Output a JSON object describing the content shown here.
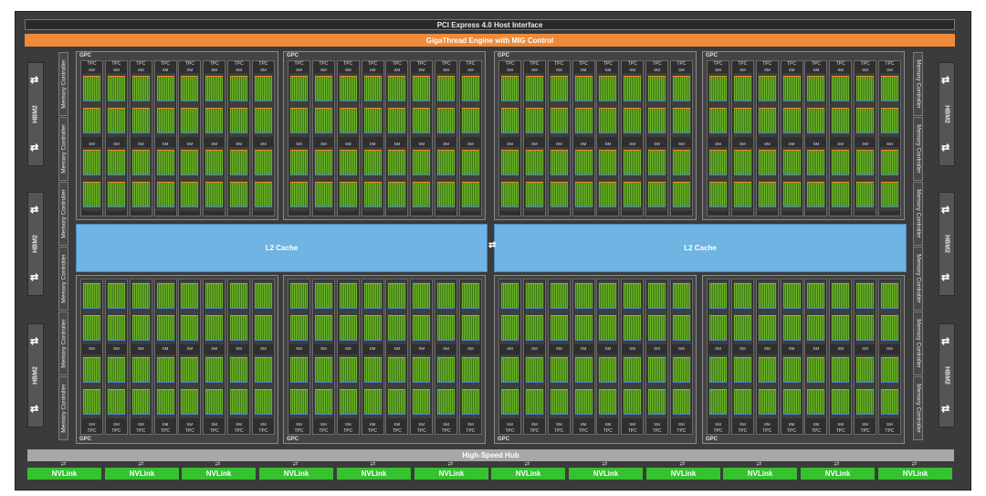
{
  "title_bar": "PCI Express 4.0 Host Interface",
  "engine_bar": "GigaThread Engine with MIG Control",
  "l2_cache": [
    "L2 Cache",
    "L2 Cache"
  ],
  "hub": "High-Speed Hub",
  "nvlinks": [
    "NVLink",
    "NVLink",
    "NVLink",
    "NVLink",
    "NVLink",
    "NVLink",
    "NVLink",
    "NVLink",
    "NVLink",
    "NVLink",
    "NVLink",
    "NVLink"
  ],
  "hbm_label": "HBM2",
  "memory_controller_label": "Memory Controller",
  "gpc_label": "GPC",
  "tpc_label": "TPC",
  "sm_label": "SM",
  "arrow_glyph": "⇄",
  "colors": {
    "chip_bg": "#3b3b3b",
    "engine": "#ee8a3a",
    "l2": "#6fb4e2",
    "nvlink": "#36c12f",
    "hub": "#a8a8a8",
    "cuda_cores": "#6fb52a"
  }
}
